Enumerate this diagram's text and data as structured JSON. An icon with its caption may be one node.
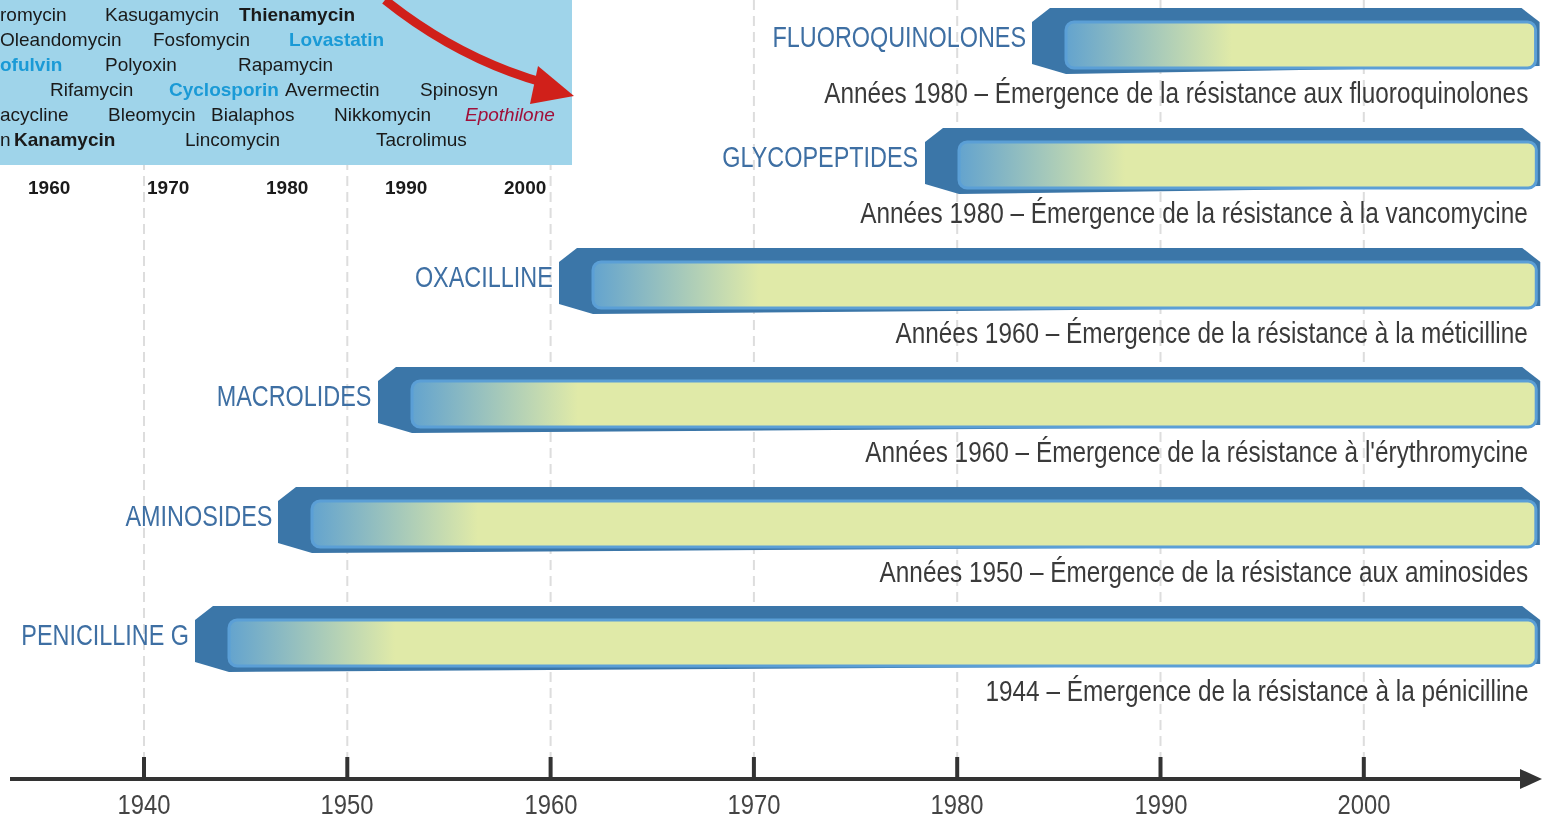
{
  "diagram": {
    "nodes": [
      {
        "text": [
          "FLUOROQUINOLONES"
        ],
        "beside": [
          "Années 1980 – Émergence de la résistance aux fluoroquinolones"
        ]
      },
      {
        "text": [
          "GLYCOPEPTIDES"
        ],
        "beside": [
          "Années 1980 – Émergence de la résistance à la vancomycine"
        ]
      },
      {
        "text": [
          "OXACILLINE"
        ],
        "beside": [
          "Années 1960 – Émergence de la résistance à la méticilline"
        ]
      },
      {
        "text": [
          "MACROLIDES"
        ],
        "beside": [
          "Années 1960 – Émergence de la résistance à l'érythromycine"
        ]
      },
      {
        "text": [
          "AMINOSIDES"
        ],
        "beside": [
          "Années 1950 – Émergence de la résistance aux aminosides"
        ]
      },
      {
        "text": [
          "PENICILLINE G"
        ],
        "beside": [
          "1944 – Émergence de la résistance à la pénicilline"
        ]
      }
    ],
    "labels": [
      "romycin",
      "Kasugamycin",
      "Thienamycin",
      "Oleandomycin",
      "Fosfomycin",
      "Lovastatin",
      "ofulvin",
      "Polyoxin",
      "Rapamycin",
      "Rifamycin",
      "Cyclosporin",
      "Avermectin",
      "Spinosyn",
      "acycline",
      "Bleomycin",
      "Bialaphos",
      "Nikkomycin",
      "Epothilone",
      "n",
      "Kanamycin",
      "Lincomycin",
      "Tacrolimus",
      "1960",
      "1970",
      "1980",
      "1990",
      "2000",
      "1940",
      "1950",
      "1960",
      "1970",
      "1980",
      "1990",
      "2000"
    ]
  }
}
